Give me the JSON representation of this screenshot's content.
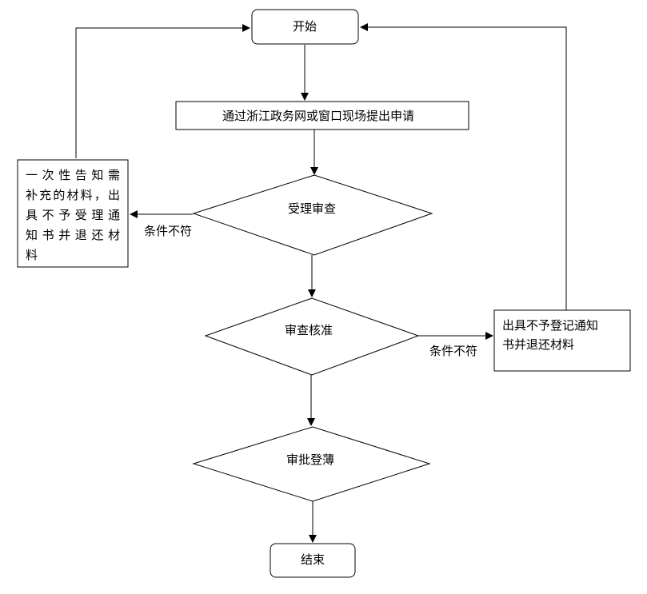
{
  "nodes": {
    "start": "开始",
    "apply": "通过浙江政务网或窗口现场提出申请",
    "accept_review": "受理审查",
    "notify_materials": [
      "一次性告知需",
      "补充的材料，出",
      "具不予受理通",
      "知书并退还材",
      "料"
    ],
    "verify": "审查核准",
    "refuse_registration": [
      "出具不予登记通知",
      "书并退还材料"
    ],
    "approve": "审批登薄",
    "end": "结束"
  },
  "edges": {
    "not_met_1": "条件不符",
    "not_met_2": "条件不符"
  }
}
